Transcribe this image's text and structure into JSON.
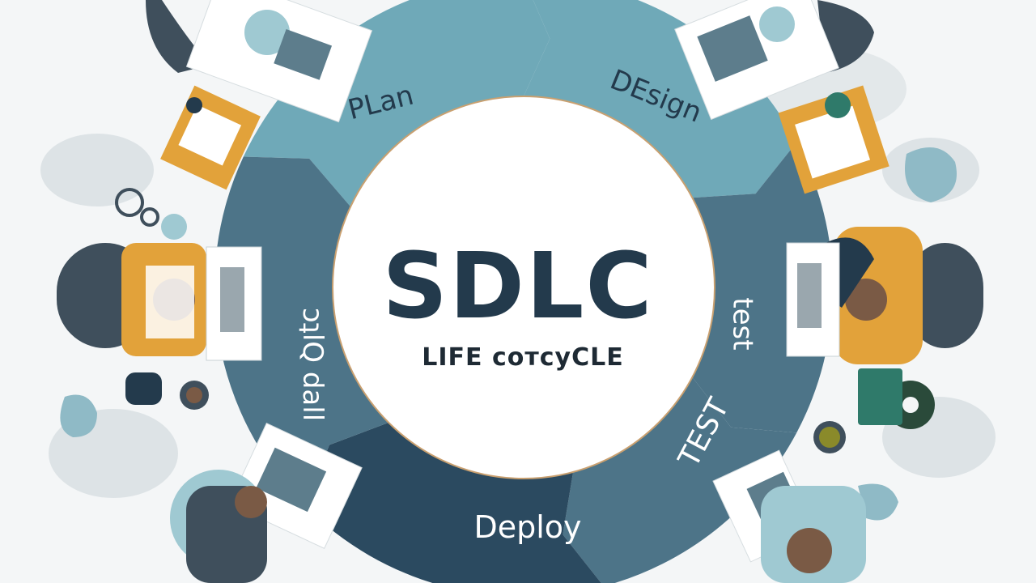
{
  "diagram": {
    "center_title": "SDLC",
    "center_subtitle": "LIFE ᴄᴏᴛᴄyCLE",
    "phases": [
      {
        "label": "PLan",
        "color": "#6fa9b8"
      },
      {
        "label": "DEsign",
        "color": "#6fa9b8"
      },
      {
        "label": "ʇsǝʇ",
        "color": "#4d7488"
      },
      {
        "label": "TEST",
        "color": "#4d7488"
      },
      {
        "label": "Deploy",
        "color": "#2b4a60"
      },
      {
        "label": "ɔʇlQ dall",
        "color": "#4d7488"
      }
    ]
  },
  "colors": {
    "background": "#f4f6f7",
    "teal": "#6fa9b8",
    "slate": "#4d7488",
    "navy": "#2b4a60",
    "hub_border": "#c9a070",
    "orange": "#e2a23a",
    "dark_text": "#233a4c"
  },
  "icons": [
    "laptop-icon",
    "coffee-cup-icon",
    "gear-icon",
    "person-icon"
  ]
}
